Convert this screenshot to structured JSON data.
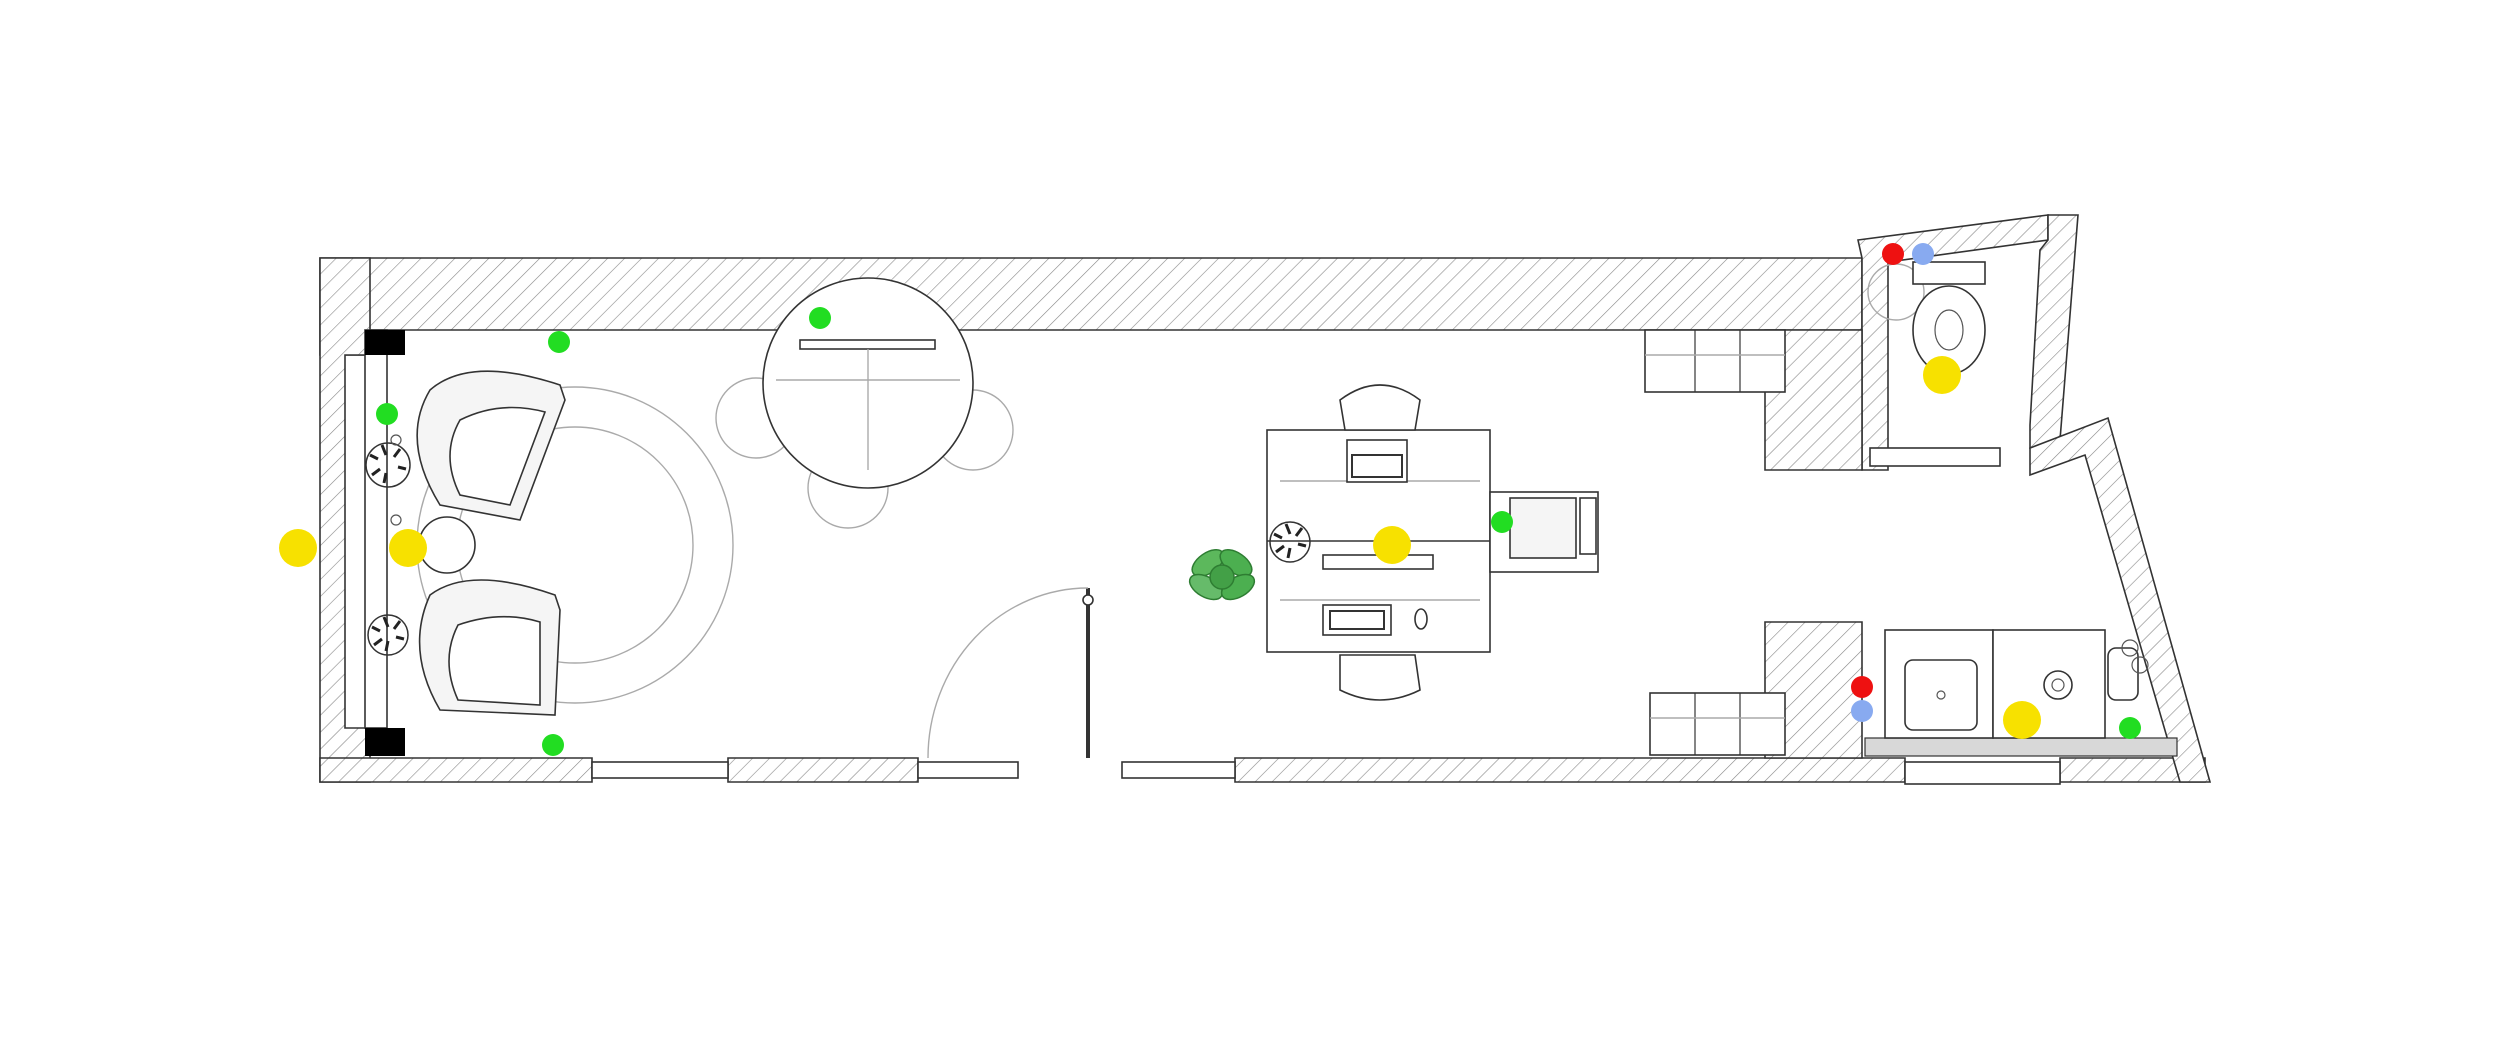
{
  "colors": {
    "background": "#ffffff",
    "wall_stroke": "#333333",
    "hatch": "#888888",
    "marker_yellow": "#f7e100",
    "marker_green": "#22dd22",
    "marker_red": "#ee1111",
    "marker_blue": "#88aaf0",
    "plant_green": "#4caf50"
  },
  "legend_items": [],
  "markers": [
    {
      "color": "yellow",
      "zone": "entrance-window"
    },
    {
      "color": "yellow",
      "zone": "lounge"
    },
    {
      "color": "yellow",
      "zone": "workstation"
    },
    {
      "color": "yellow",
      "zone": "wc"
    },
    {
      "color": "yellow",
      "zone": "kitchenette"
    },
    {
      "color": "green",
      "zone": "lounge"
    },
    {
      "color": "green",
      "zone": "lounge"
    },
    {
      "color": "green",
      "zone": "lounge"
    },
    {
      "color": "green",
      "zone": "meeting-table"
    },
    {
      "color": "green",
      "zone": "printer"
    },
    {
      "color": "green",
      "zone": "kitchenette"
    },
    {
      "color": "red",
      "zone": "wc"
    },
    {
      "color": "blue",
      "zone": "wc"
    },
    {
      "color": "red",
      "zone": "kitchenette"
    },
    {
      "color": "blue",
      "zone": "kitchenette"
    }
  ]
}
